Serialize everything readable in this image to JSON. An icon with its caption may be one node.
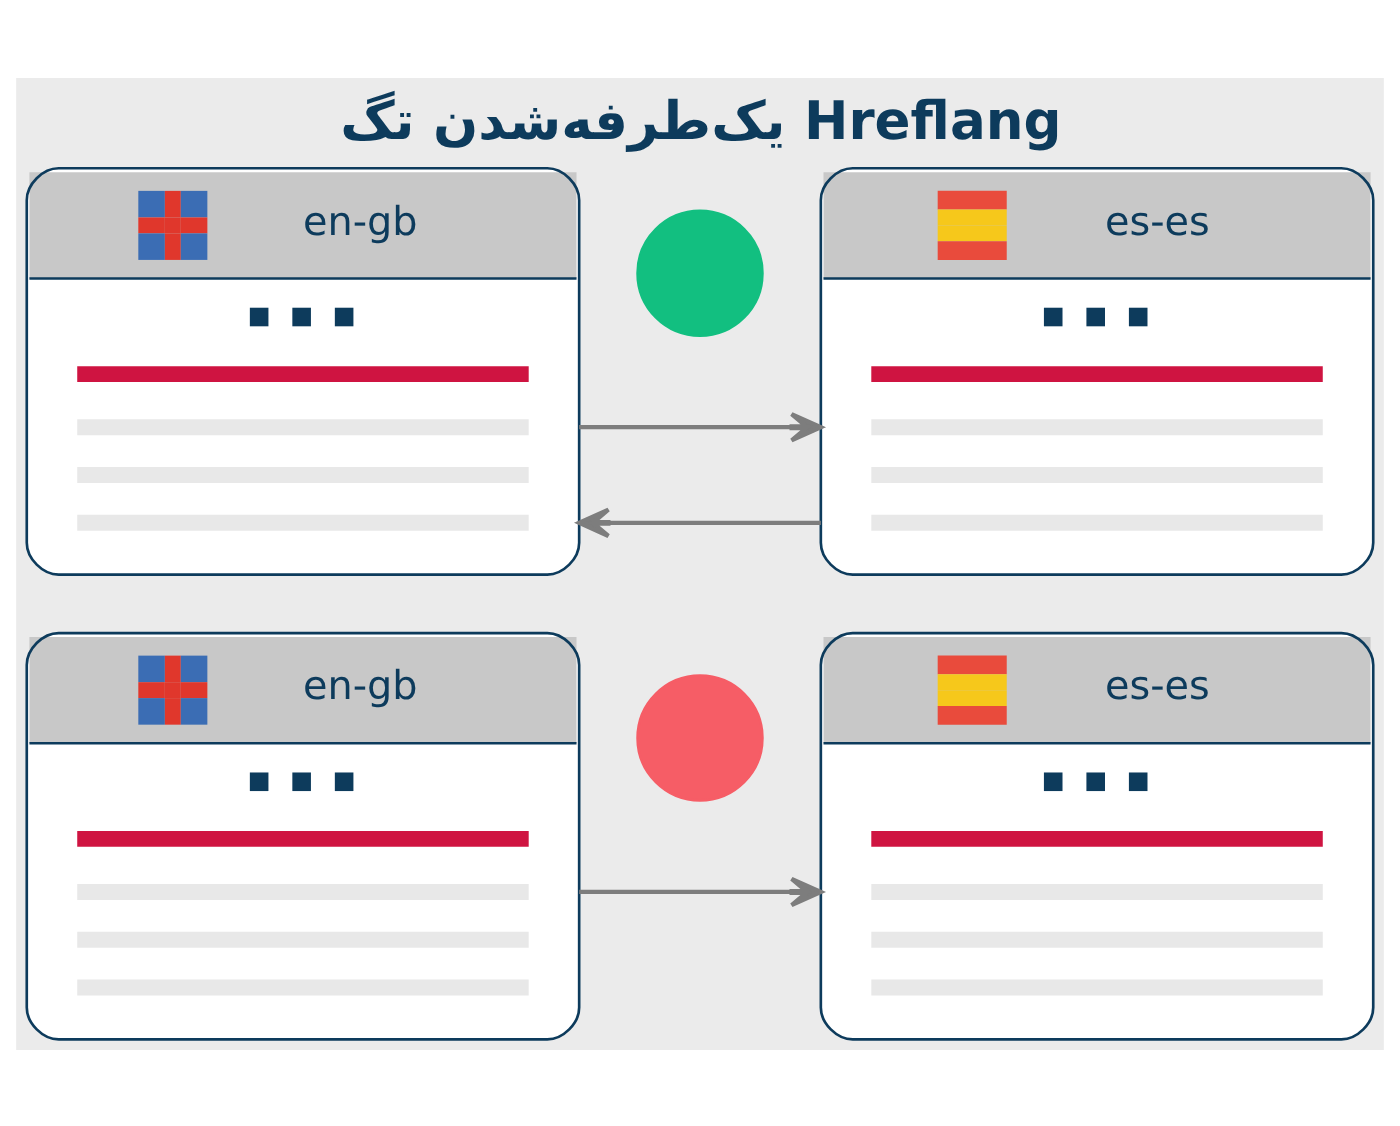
{
  "diagram": {
    "title": "یک‌طرفه‌شدن تگ Hreflang",
    "nodes": [
      {
        "text": [
          "en-gb"
        ]
      },
      {
        "text": [],
        "shape": "circle"
      },
      {
        "text": [
          "es-es"
        ]
      },
      {
        "text": [
          "en-gb"
        ]
      },
      {
        "text": [],
        "shape": "circle"
      },
      {
        "text": [
          "es-es"
        ]
      }
    ],
    "edges": [
      {
        "from": 0,
        "to": 2,
        "arrow": "to"
      },
      {
        "from": 2,
        "to": 0,
        "arrow": "to"
      },
      {
        "from": 3,
        "to": 5,
        "arrow": "to"
      }
    ]
  }
}
